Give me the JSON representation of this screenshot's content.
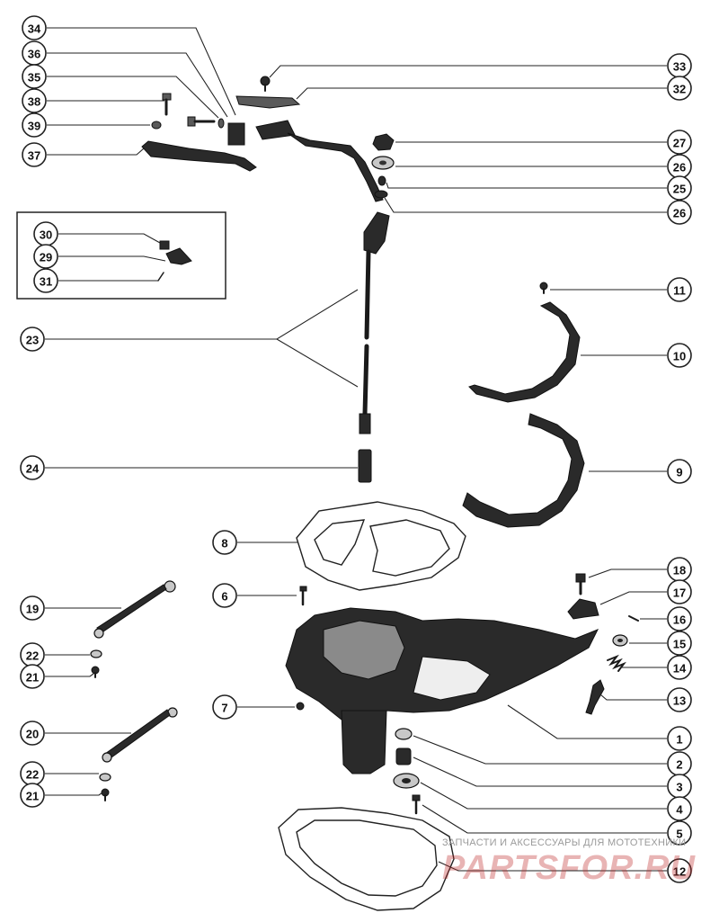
{
  "diagram": {
    "callouts": [
      {
        "id": "34",
        "label": "34"
      },
      {
        "id": "36",
        "label": "36"
      },
      {
        "id": "35",
        "label": "35"
      },
      {
        "id": "38",
        "label": "38"
      },
      {
        "id": "39",
        "label": "39"
      },
      {
        "id": "37",
        "label": "37"
      },
      {
        "id": "30",
        "label": "30"
      },
      {
        "id": "29",
        "label": "29"
      },
      {
        "id": "31",
        "label": "31"
      },
      {
        "id": "23",
        "label": "23"
      },
      {
        "id": "24",
        "label": "24"
      },
      {
        "id": "8",
        "label": "8"
      },
      {
        "id": "6",
        "label": "6"
      },
      {
        "id": "19",
        "label": "19"
      },
      {
        "id": "22a",
        "label": "22"
      },
      {
        "id": "21a",
        "label": "21"
      },
      {
        "id": "7",
        "label": "7"
      },
      {
        "id": "20",
        "label": "20"
      },
      {
        "id": "22b",
        "label": "22"
      },
      {
        "id": "21b",
        "label": "21"
      },
      {
        "id": "33",
        "label": "33"
      },
      {
        "id": "32",
        "label": "32"
      },
      {
        "id": "27",
        "label": "27"
      },
      {
        "id": "26a",
        "label": "26"
      },
      {
        "id": "25",
        "label": "25"
      },
      {
        "id": "26b",
        "label": "26"
      },
      {
        "id": "11",
        "label": "11"
      },
      {
        "id": "10",
        "label": "10"
      },
      {
        "id": "9",
        "label": "9"
      },
      {
        "id": "18",
        "label": "18"
      },
      {
        "id": "17",
        "label": "17"
      },
      {
        "id": "16",
        "label": "16"
      },
      {
        "id": "15",
        "label": "15"
      },
      {
        "id": "14",
        "label": "14"
      },
      {
        "id": "13",
        "label": "13"
      },
      {
        "id": "1",
        "label": "1"
      },
      {
        "id": "2",
        "label": "2"
      },
      {
        "id": "3",
        "label": "3"
      },
      {
        "id": "4",
        "label": "4"
      },
      {
        "id": "5",
        "label": "5"
      },
      {
        "id": "12",
        "label": "12"
      }
    ]
  },
  "watermark": {
    "tagline": "ЗАПЧАСТИ И АКСЕССУАРЫ ДЛЯ МОТОТЕХНИКИ",
    "logo": "PARTSFOR.RU"
  }
}
